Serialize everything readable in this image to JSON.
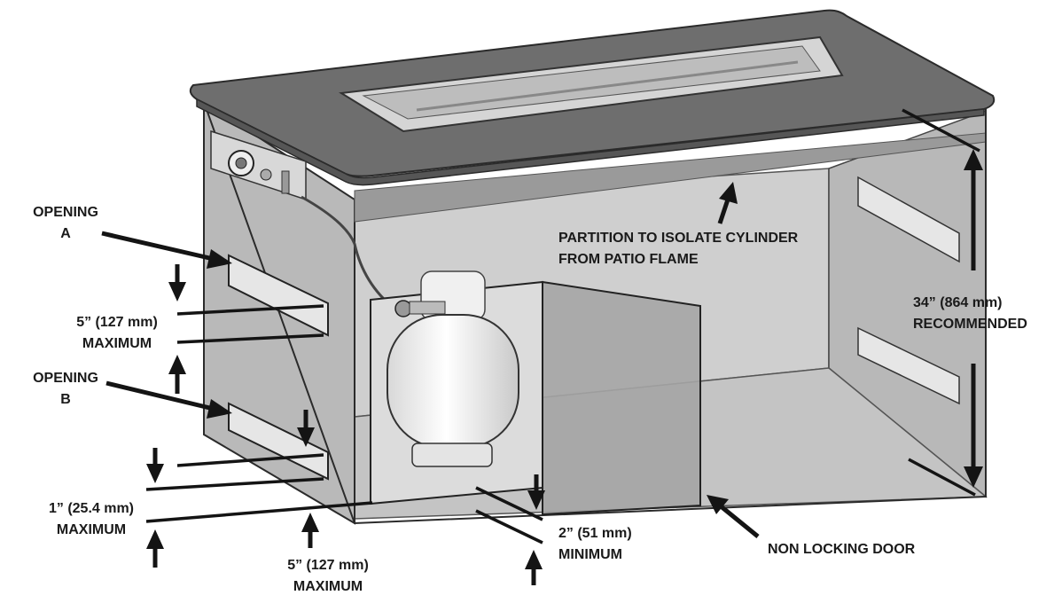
{
  "labels": {
    "opening_a": [
      "OPENING",
      "A"
    ],
    "opening_b": [
      "OPENING",
      "B"
    ],
    "partition": [
      "PARTITION TO ISOLATE CYLINDER",
      "FROM PATIO FLAME"
    ],
    "height": [
      "34” (864 mm)",
      "RECOMMENDED"
    ],
    "side_opening": [
      "5” (127 mm)",
      "MAXIMUM"
    ],
    "bottom_gap": [
      "1” (25.4 mm)",
      "MAXIMUM"
    ],
    "floor_opening": [
      "5” (127 mm)",
      "MAXIMUM"
    ],
    "door_gap": [
      "2” (51 mm)",
      "MINIMUM"
    ],
    "door": [
      "NON LOCKING DOOR"
    ]
  },
  "colors": {
    "outline": "#2b2b2b",
    "top_surface": "#6e6e6e",
    "panel": "#b9b9b9",
    "interior": "#cfcfcf",
    "arrow": "#141414"
  }
}
